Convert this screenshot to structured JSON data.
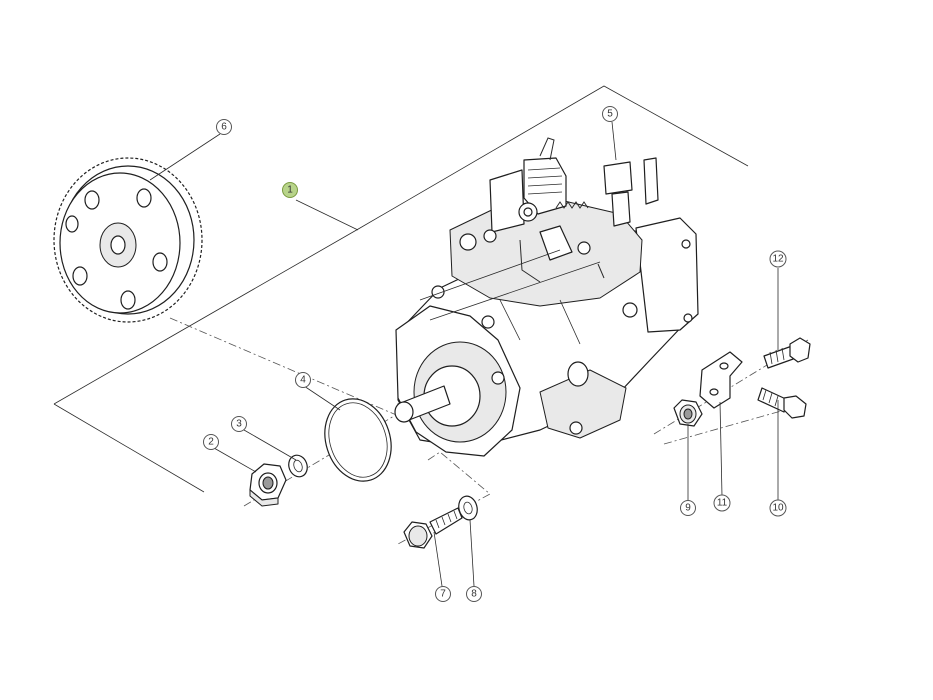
{
  "callouts": [
    {
      "label": "1",
      "highlighted": true
    },
    {
      "label": "2"
    },
    {
      "label": "3"
    },
    {
      "label": "4"
    },
    {
      "label": "5"
    },
    {
      "label": "6"
    },
    {
      "label": "7"
    },
    {
      "label": "8"
    },
    {
      "label": "9"
    },
    {
      "label": "10"
    },
    {
      "label": "11"
    },
    {
      "label": "12"
    }
  ],
  "colors": {
    "highlight_fill": "#b8d48a",
    "highlight_stroke": "#7a9a40",
    "callout_stroke": "#555555",
    "line": "#2b2b2b"
  }
}
